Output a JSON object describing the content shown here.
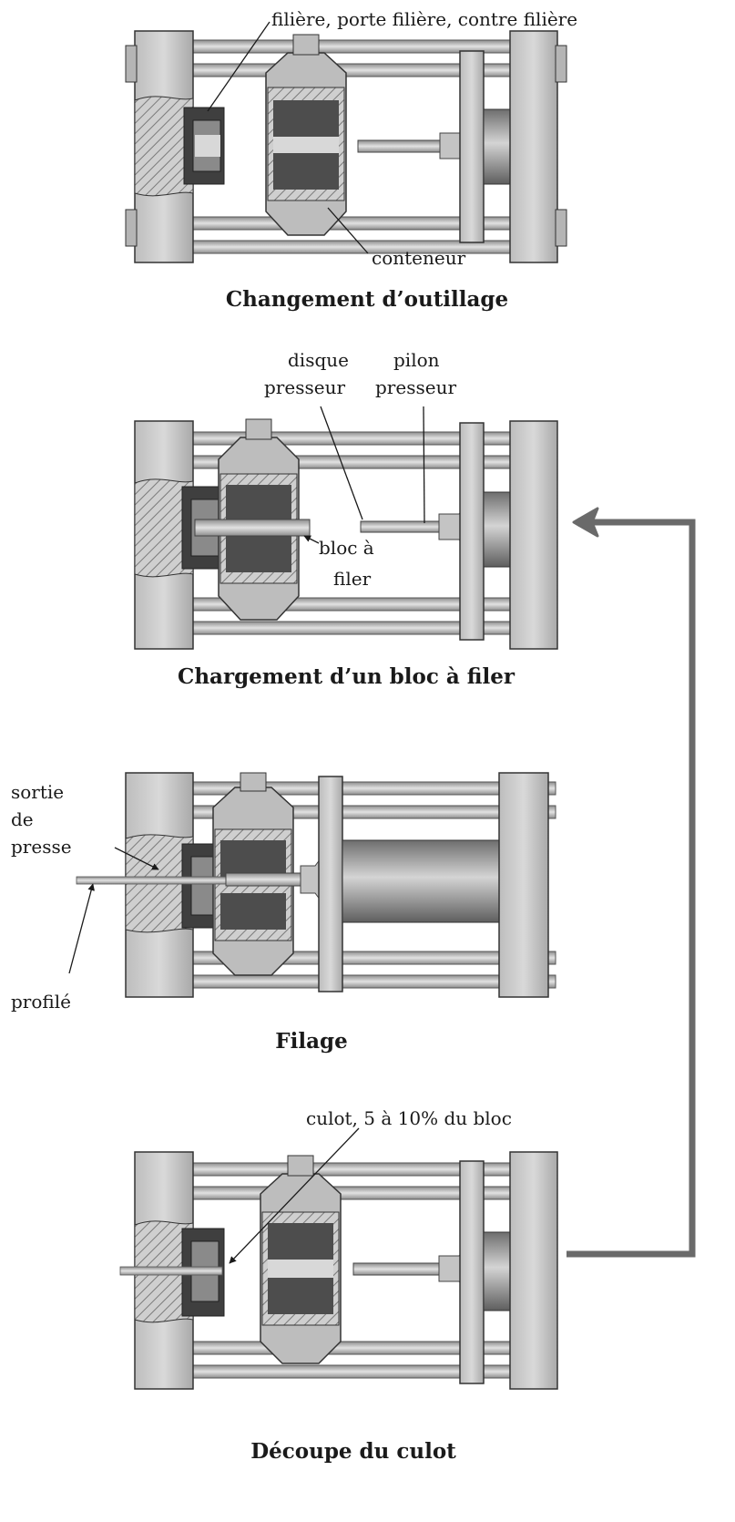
{
  "stages": [
    {
      "caption": "Changement d’outillage",
      "labels": {
        "die": "filière, porte filière, contre filière",
        "container": "conteneur"
      }
    },
    {
      "caption": "Chargement d’un bloc à filer",
      "labels": {
        "disc_1": "disque",
        "disc_2": "presseur",
        "ram_1": "pilon",
        "ram_2": "presseur",
        "billet_1": "bloc à",
        "billet_2": "filer"
      }
    },
    {
      "caption": "Filage",
      "labels": {
        "exit_1": "sortie",
        "exit_2": "de",
        "exit_3": "presse",
        "profile": "profilé"
      }
    },
    {
      "caption": "Découpe du culot",
      "labels": {
        "butt": "culot, 5 à 10% du bloc"
      }
    }
  ],
  "colors": {
    "frame": "#c8c8c8",
    "frame_dark": "#8a8a8a",
    "rod": "#b0b0b0",
    "container_dark": "#4d4d4d",
    "arrow": "#6a6a6a"
  }
}
